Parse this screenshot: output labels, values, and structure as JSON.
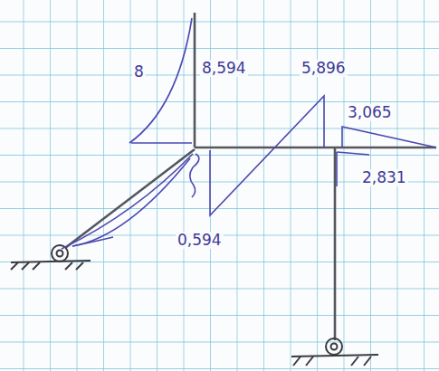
{
  "diagram": {
    "labels": [
      "8",
      "8,594",
      "5,896",
      "3,065",
      "2,831",
      "0,594"
    ]
  }
}
